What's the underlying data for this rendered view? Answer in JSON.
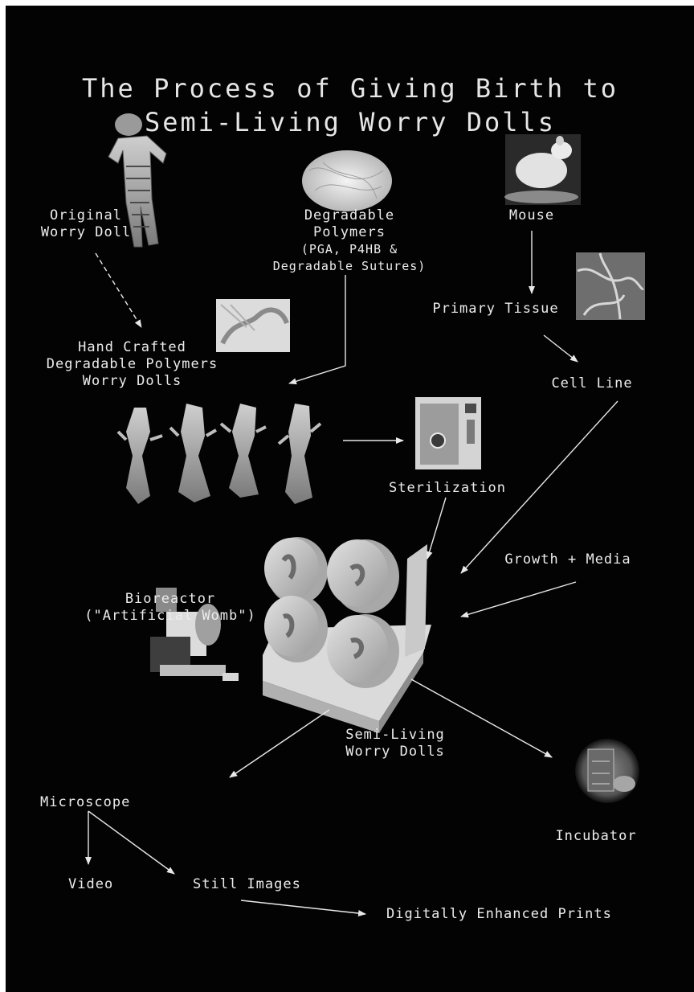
{
  "title": {
    "line1": "The Process of Giving Birth to",
    "line2": "Semi-Living Worry Dolls"
  },
  "nodes": {
    "original_doll": {
      "line1": "Original",
      "line2": "Worry Doll"
    },
    "polymers": {
      "line1": "Degradable",
      "line2": "Polymers",
      "line3": "(PGA, P4HB &",
      "line4": "Degradable Sutures)"
    },
    "mouse": {
      "label": "Mouse"
    },
    "primary_tissue": {
      "label": "Primary Tissue"
    },
    "hand_crafted": {
      "line1": "Hand Crafted",
      "line2": "Degradable Polymers",
      "line3": "Worry Dolls"
    },
    "cell_line": {
      "label": "Cell Line"
    },
    "sterilization": {
      "label": "Sterilization"
    },
    "growth_media": {
      "label": "Growth + Media"
    },
    "bioreactor": {
      "line1": "Bioreactor",
      "line2": "(\"Artificial Womb\")"
    },
    "semi_living": {
      "line1": "Semi-Living",
      "line2": "Worry Dolls"
    },
    "microscope": {
      "label": "Microscope"
    },
    "incubator": {
      "label": "Incubator"
    },
    "video": {
      "label": "Video"
    },
    "still_images": {
      "label": "Still Images"
    },
    "prints": {
      "label": "Digitally Enhanced Prints"
    }
  },
  "images": [
    "worry-doll-photo",
    "polymer-mesh-photo",
    "mouse-photo",
    "tissue-micrograph",
    "hand-crafting-photo",
    "four-dolls-photo",
    "sterilizer-photo",
    "bioreactor-render",
    "microscope-photo",
    "incubator-photo"
  ],
  "colors": {
    "background": "#030303",
    "text": "#ececec",
    "arrows": "#e8e8e8"
  }
}
